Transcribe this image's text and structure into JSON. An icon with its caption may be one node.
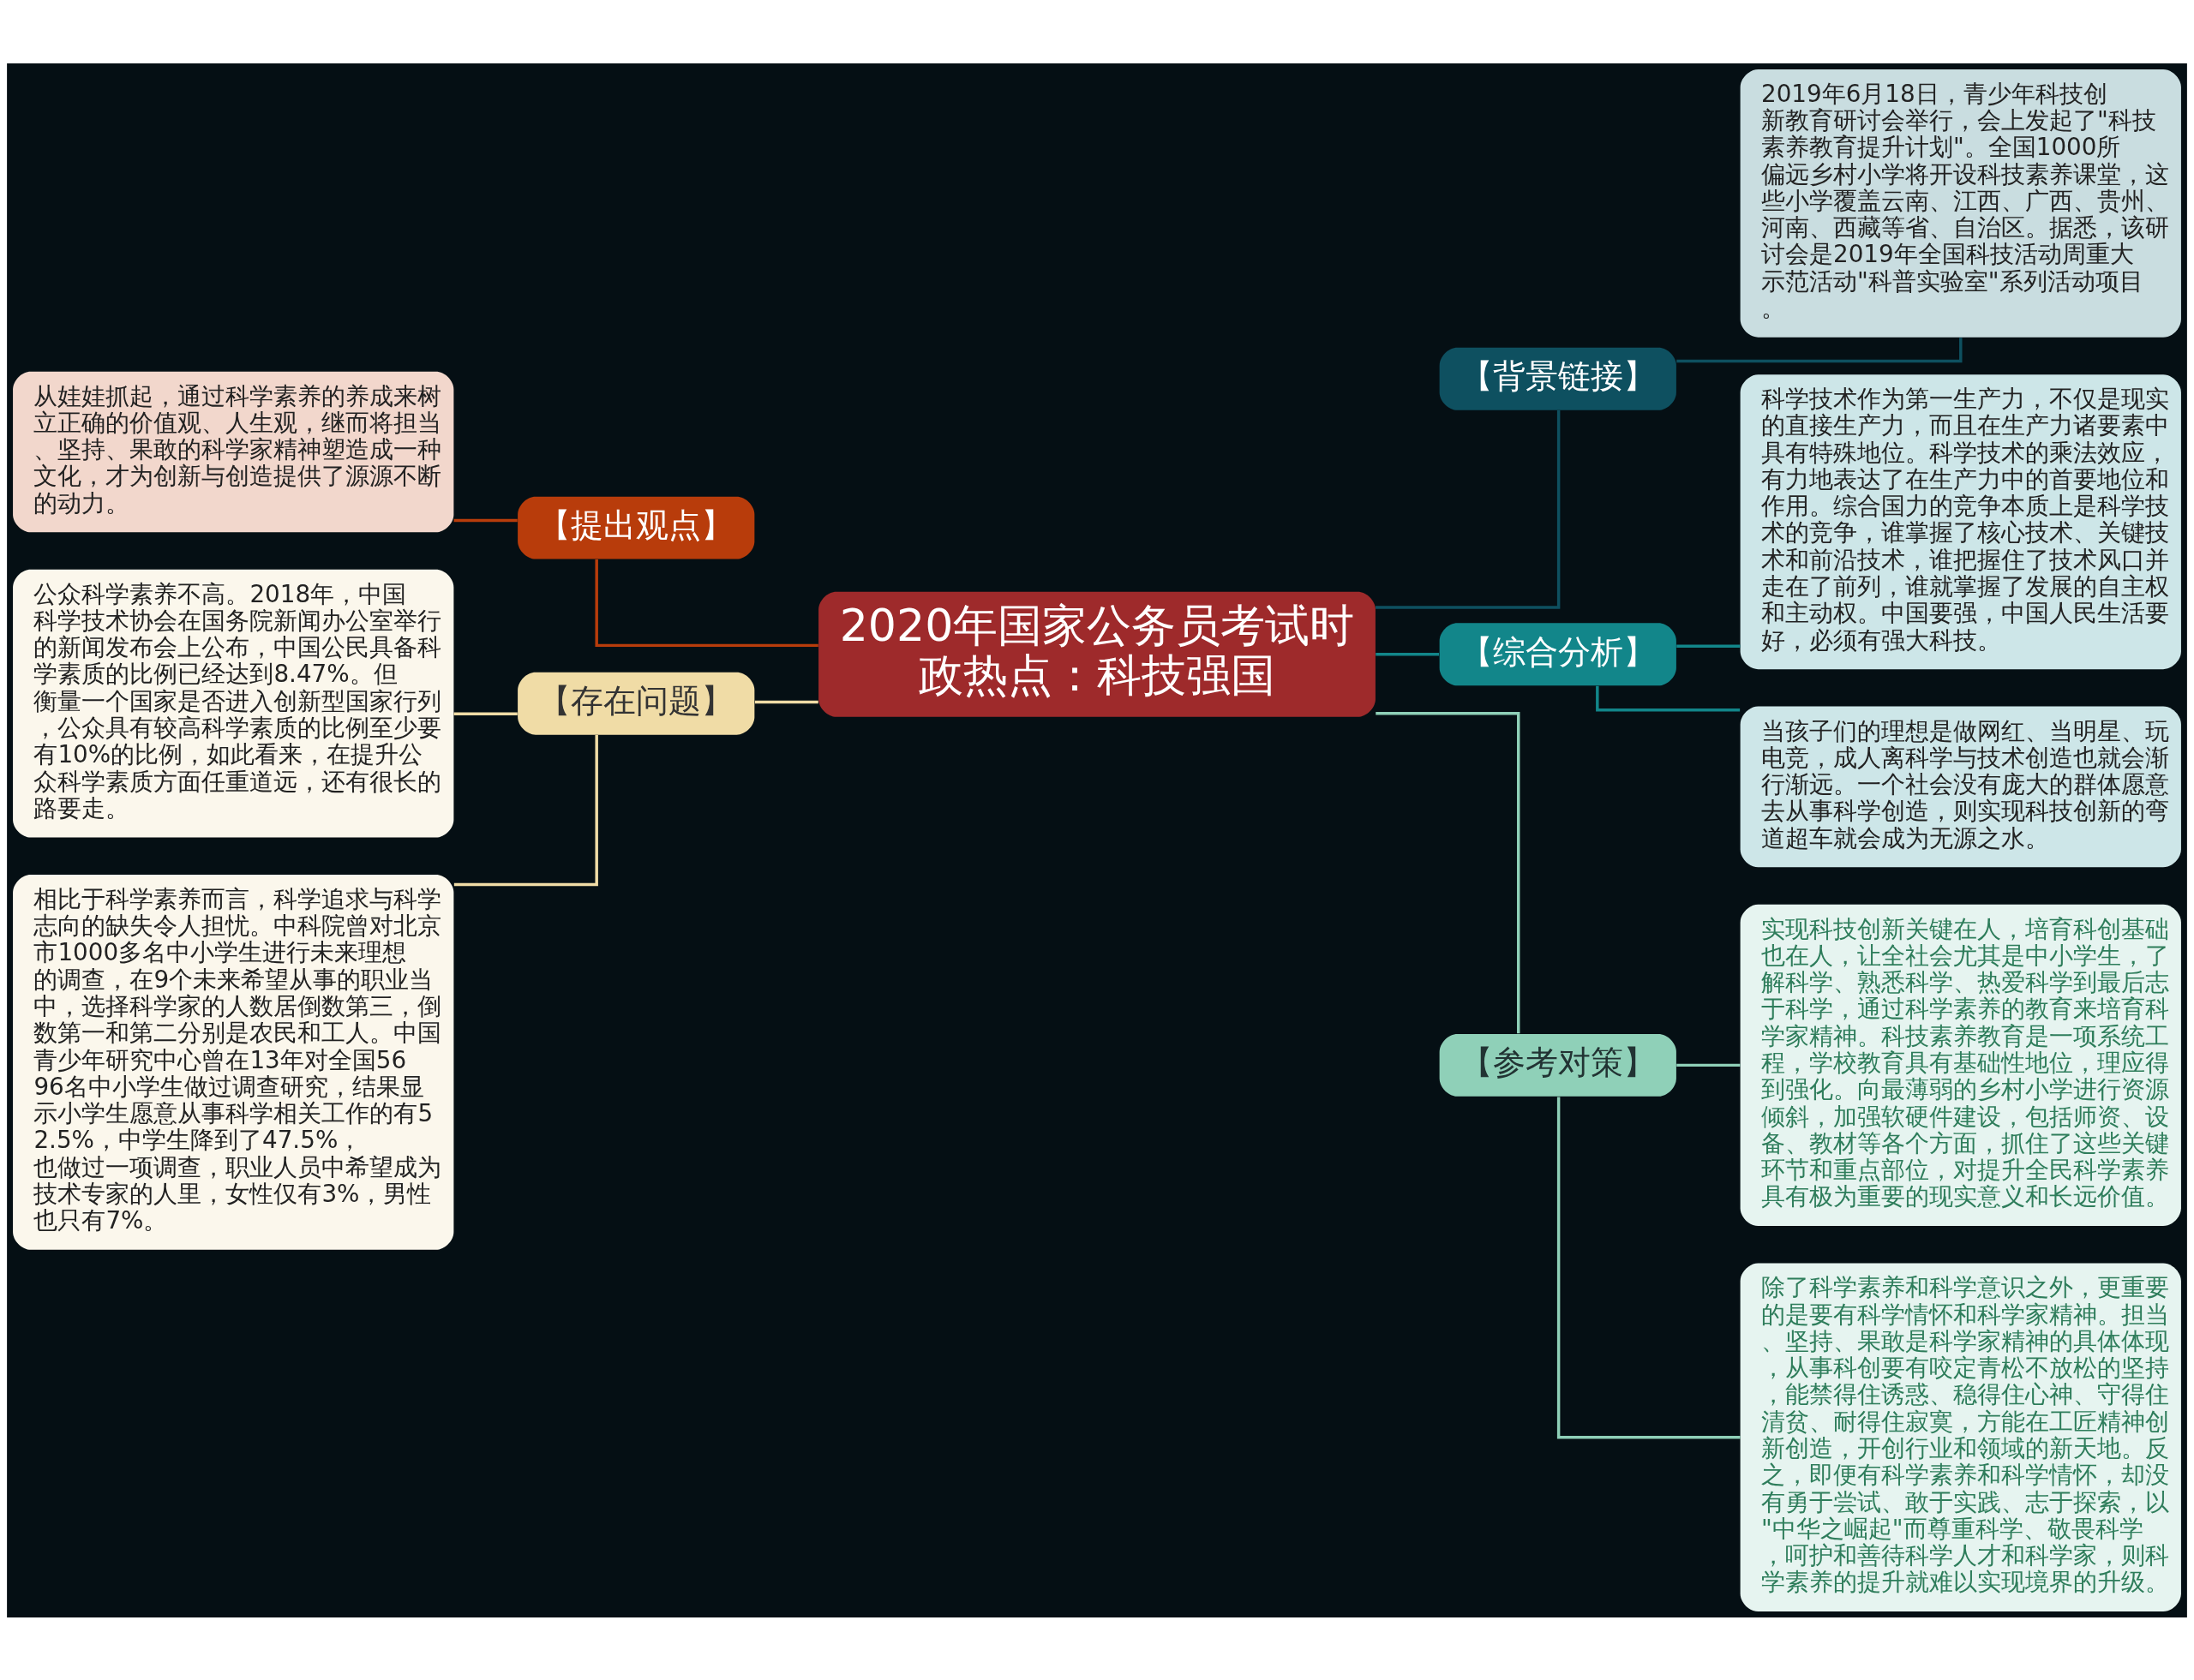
{
  "diagram": {
    "nodes": [
      {
        "text": [
          "2020年国家公务员考试时政热点：科技强国"
        ]
      },
      {
        "text": [
          "【提出观点】"
        ]
      },
      {
        "text": [
          "从娃娃抓起，通过科学素养的养成来树立正确的价值观、人生观，继而将担当、坚持、果敢的科学家精神塑造成一种文化，才为创新与创造提供了源源不断的动力。"
        ]
      },
      {
        "text": [
          "【存在问题】"
        ]
      },
      {
        "text": [
          "公众科学素养不高。2018年，中国科学技术协会在国务院新闻办公室举行的新闻发布会上公布，中国公民具备科学素质的比例已经达到8.47%。但衡量一个国家是否进入创新型国家行列，公众具有较高科学素质的比例至少要有10%的比例，如此看来，在提升公众科学素质方面任重道远，还有很长的路要走。"
        ]
      },
      {
        "text": [
          "相比于科学素养而言，科学追求与科学志向的缺失令人担忧。中科院曾对北京市1000多名中小学生进行未来理想的调查，在9个未来希望从事的职业当中，选择科学家的人数居倒数第三，倒数第一和第二分别是农民和工人。中国青少年研究中心曾在13年对全国5696名中小学生做过调查研究，结果显示小学生愿意从事科学相关工作的有52.5%，中学生降到了47.5%，也做过一项调查，职业人员中希望成为技术专家的人里，女性仅有3%，男性也只有7%。"
        ]
      },
      {
        "text": [
          "【背景链接】"
        ]
      },
      {
        "text": [
          "2019年6月18日，青少年科技创新教育研讨会举行，会上发起了\"科技素养教育提升计划\"。全国1000所偏远乡村小学将开设科技素养课堂，这些小学覆盖云南、江西、广西、贵州、河南、西藏等省、自治区。据悉，该研讨会是2019年全国科技活动周重大示范活动\"科普实验室\"系列活动项目。"
        ]
      },
      {
        "text": [
          "【综合分析】"
        ]
      },
      {
        "text": [
          "科学技术作为第一生产力，不仅是现实的直接生产力，而且在生产力诸要素中具有特殊地位。科学技术的乘法效应，有力地表达了在生产力中的首要地位和作用。综合国力的竞争本质上是科学技术的竞争，谁掌握了核心技术、关键技术和前沿技术，谁把握住了技术风口并走在了前列，谁就掌握了发展的自主权和主动权。中国要强，中国人民生活要好，必须有强大科技。"
        ]
      },
      {
        "text": [
          "当孩子们的理想是做网红、当明星、玩电竞，成人离科学与技术创造也就会渐行渐远。一个社会没有庞大的群体愿意去从事科学创造，则实现科技创新的弯道超车就会成为无源之水。"
        ]
      },
      {
        "text": [
          "【参考对策】"
        ]
      },
      {
        "text": [
          "实现科技创新关键在人，培育科创基础也在人，让全社会尤其是中小学生，了解科学、熟悉科学、热爱科学到最后志于科学，通过科学素养的教育来培育科学家精神。科技素养教育是一项系统工程，学校教育具有基础性地位，理应得到强化。向最薄弱的乡村小学进行资源倾斜，加强软硬件建设，包括师资、设备、教材等各个方面，抓住了这些关键环节和重点部位，对提升全民科学素养具有极为重要的现实意义和长远价值。"
        ]
      },
      {
        "text": [
          "除了科学素养和科学意识之外，更重要的是要有科学情怀和科学家精神。担当、坚持、果敢是科学家精神的具体体现，从事科创要有咬定青松不放松的坚持，能禁得住诱惑、稳得住心神、守得住清贫、耐得住寂寞，方能在工匠精神创新创造，开创行业和领域的新天地。反之，即便有科学素养和科学情怀，却没有勇于尝试、敢于实践、志于探索，以\"中华之崛起\"而尊重科学、敬畏科学，呵护和善待科学人才和科学家，则科学素养的提升就难以实现境界的升级。"
        ]
      }
    ],
    "edges": [
      {
        "from": 0,
        "to": 1,
        "arrow": "none",
        "color": "#b83c0b"
      },
      {
        "from": 1,
        "to": 2,
        "arrow": "none",
        "color": "#b83c0b"
      },
      {
        "from": 0,
        "to": 3,
        "arrow": "none",
        "color": "#f0dca6"
      },
      {
        "from": 3,
        "to": 4,
        "arrow": "none",
        "color": "#f0dca6"
      },
      {
        "from": 3,
        "to": 5,
        "arrow": "none",
        "color": "#f0dca6"
      },
      {
        "from": 0,
        "to": 6,
        "arrow": "none",
        "color": "#0e5060"
      },
      {
        "from": 6,
        "to": 7,
        "arrow": "none",
        "color": "#0e5060"
      },
      {
        "from": 0,
        "to": 8,
        "arrow": "none",
        "color": "#12868a"
      },
      {
        "from": 8,
        "to": 9,
        "arrow": "none",
        "color": "#12868a"
      },
      {
        "from": 8,
        "to": 10,
        "arrow": "none",
        "color": "#12868a"
      },
      {
        "from": 0,
        "to": 11,
        "arrow": "none",
        "color": "#8fd0b8"
      },
      {
        "from": 11,
        "to": 12,
        "arrow": "none",
        "color": "#8fd0b8"
      },
      {
        "from": 11,
        "to": 13,
        "arrow": "none",
        "color": "#8fd0b8"
      }
    ]
  }
}
